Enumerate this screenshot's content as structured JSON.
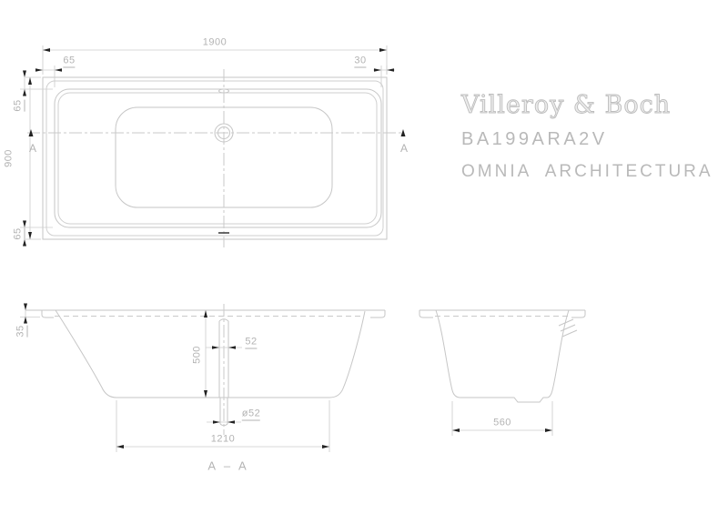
{
  "colors": {
    "background": "#ffffff",
    "drawing_line": "#c6c6c6",
    "dimension_text": "#b3b3b3",
    "arrowhead": "#222222"
  },
  "title_block": {
    "brand": "Villeroy & Boch",
    "model": "BA199ARA2V",
    "series": "OMNIA  ARCHITECTURA"
  },
  "plan_view": {
    "overall_length": "1900",
    "overall_width": "900",
    "rim_offset_left": "65",
    "rim_offset_right": "30",
    "rim_offset_top": "65",
    "rim_offset_bottom": "65",
    "section_marker": "A"
  },
  "section_aa": {
    "label": "A – A",
    "rim_thickness": "35",
    "inner_depth": "500",
    "drain_width": "52",
    "drain_diameter": "ø52",
    "bottom_length": "1210"
  },
  "section_cross": {
    "bottom_width": "560"
  }
}
